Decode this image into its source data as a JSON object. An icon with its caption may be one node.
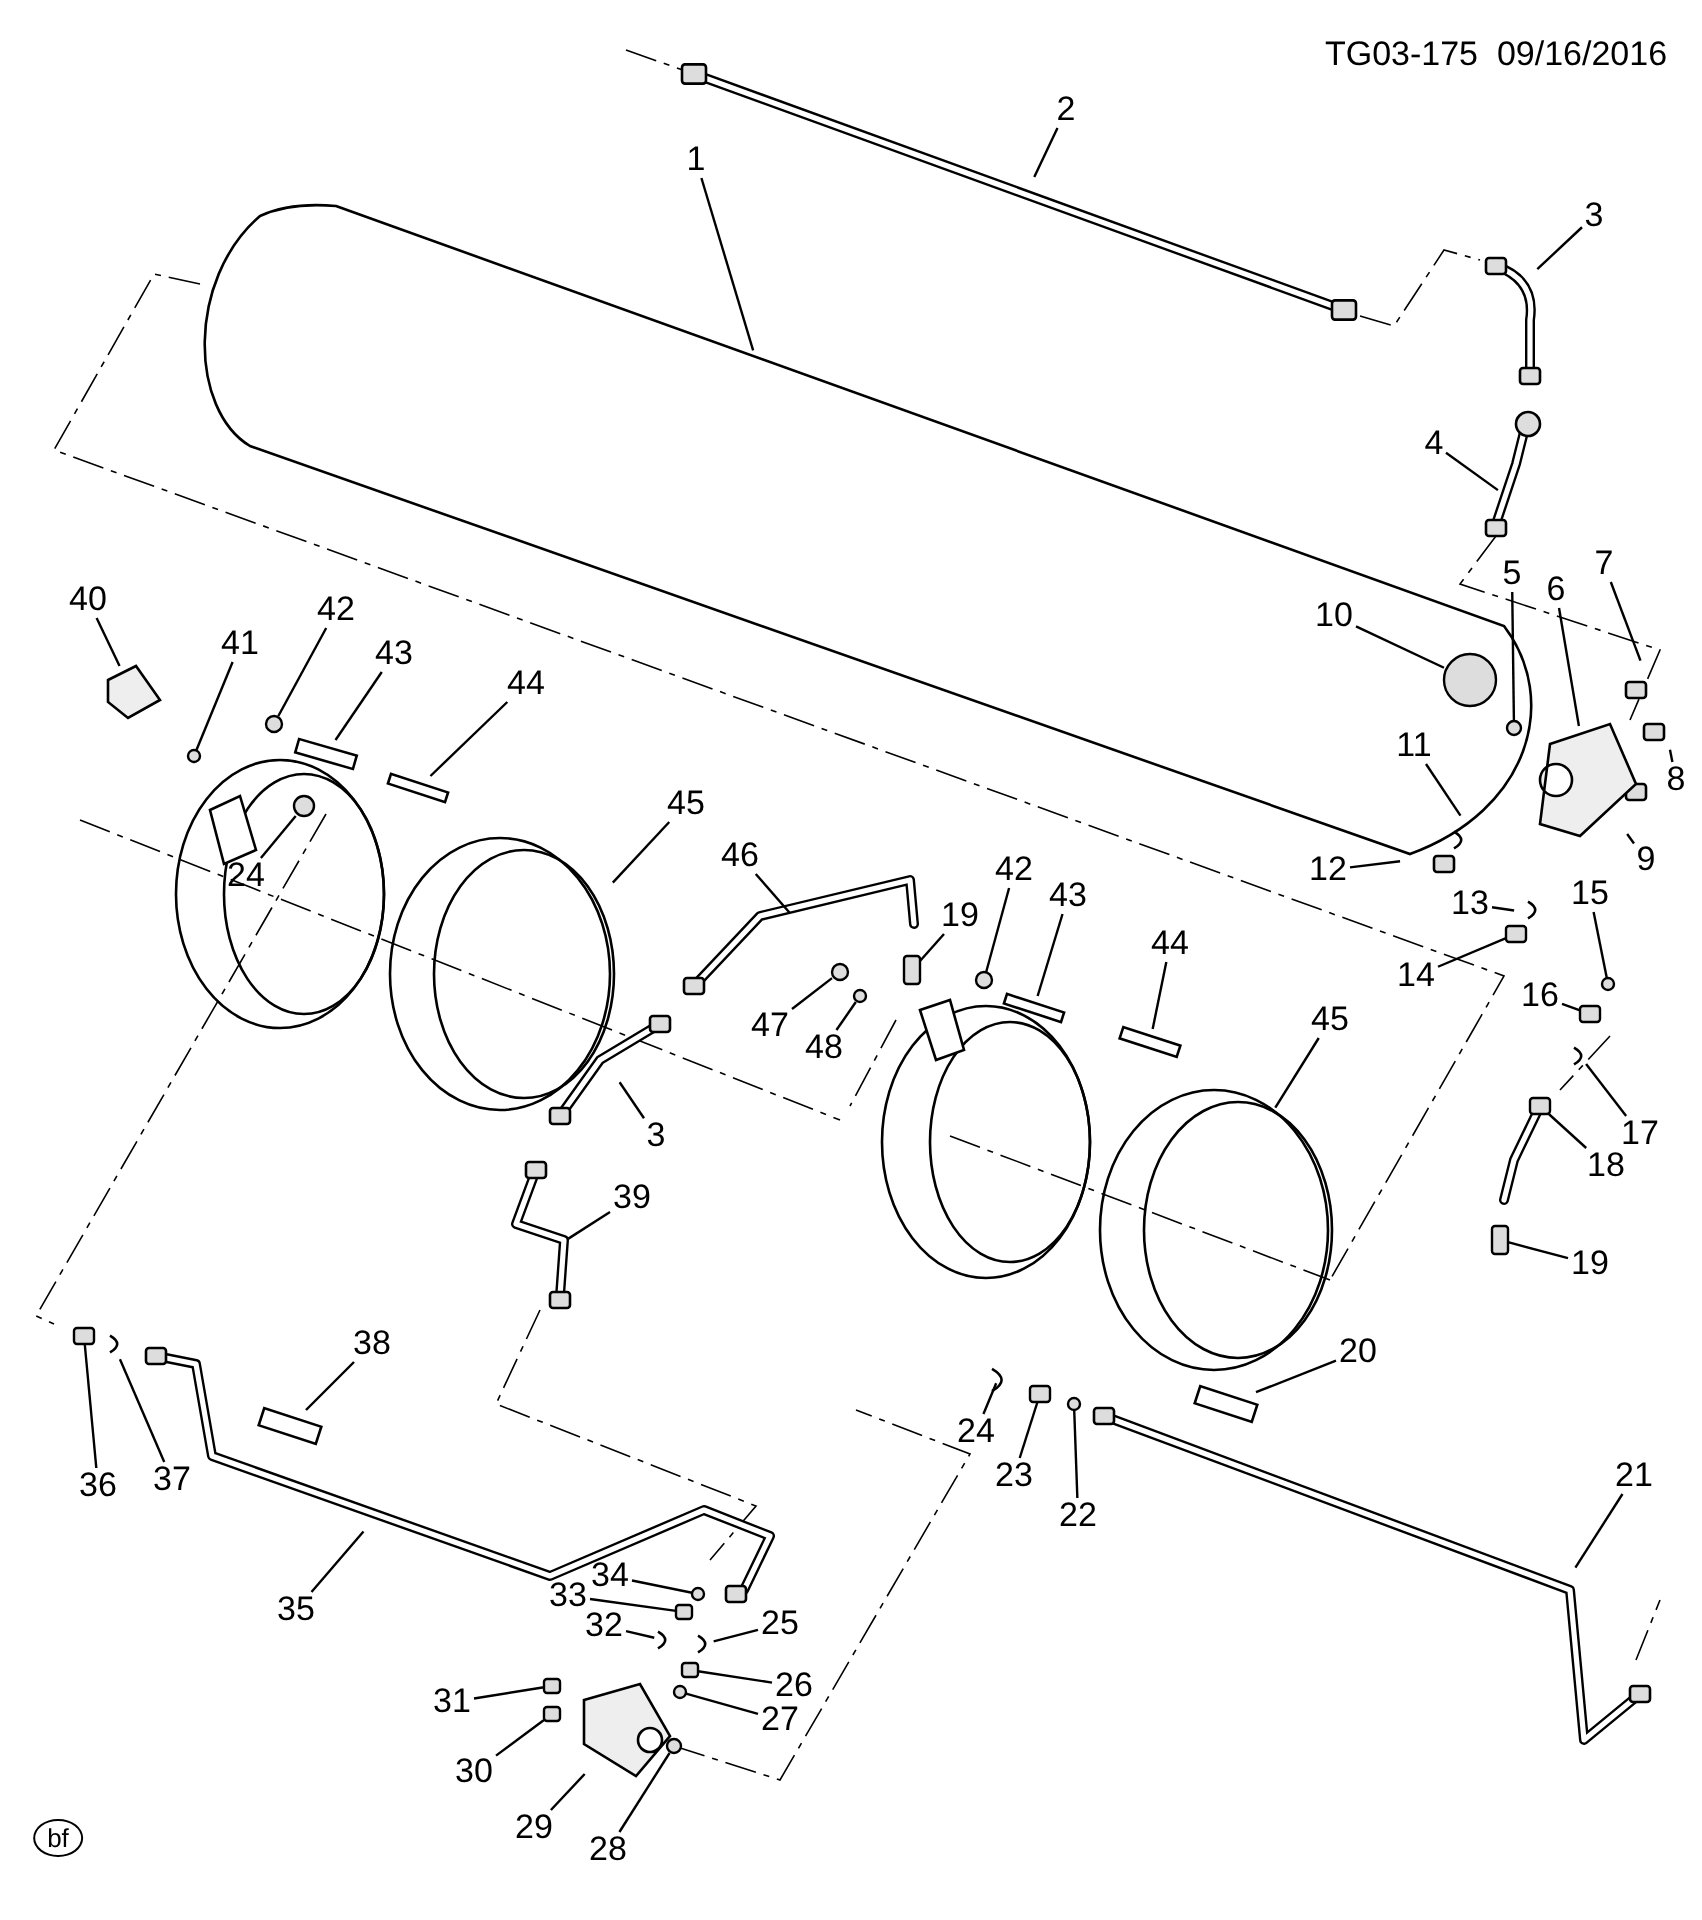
{
  "diagram": {
    "nodes": [
      {
        "text": [
          "2"
        ]
      },
      {
        "text": [
          "1"
        ]
      },
      {
        "text": [
          "3"
        ]
      },
      {
        "text": [
          "4"
        ]
      },
      {
        "text": [
          "7"
        ]
      },
      {
        "text": [
          "5"
        ]
      },
      {
        "text": [
          "6"
        ]
      },
      {
        "text": [
          "40"
        ]
      },
      {
        "text": [
          "42"
        ]
      },
      {
        "text": [
          "10"
        ]
      },
      {
        "text": [
          "41"
        ]
      },
      {
        "text": [
          "43"
        ]
      },
      {
        "text": [
          "44"
        ]
      },
      {
        "text": [
          "11"
        ]
      },
      {
        "text": [
          "8"
        ]
      },
      {
        "text": [
          "45"
        ]
      },
      {
        "text": [
          "46"
        ]
      },
      {
        "text": [
          "9"
        ]
      },
      {
        "text": [
          "42"
        ]
      },
      {
        "text": [
          "12"
        ]
      },
      {
        "text": [
          "24"
        ]
      },
      {
        "text": [
          "13"
        ]
      },
      {
        "text": [
          "15"
        ]
      },
      {
        "text": [
          "43"
        ]
      },
      {
        "text": [
          "19"
        ]
      },
      {
        "text": [
          "14"
        ]
      },
      {
        "text": [
          "44"
        ]
      },
      {
        "text": [
          "16"
        ]
      },
      {
        "text": [
          "45"
        ]
      },
      {
        "text": [
          "47"
        ]
      },
      {
        "text": [
          "48"
        ]
      },
      {
        "text": [
          "17"
        ]
      },
      {
        "text": [
          "3"
        ]
      },
      {
        "text": [
          "18"
        ]
      },
      {
        "text": [
          "39"
        ]
      },
      {
        "text": [
          "19"
        ]
      },
      {
        "text": [
          "38"
        ]
      },
      {
        "text": [
          "20"
        ]
      },
      {
        "text": [
          "24"
        ]
      },
      {
        "text": [
          "21"
        ]
      },
      {
        "text": [
          "23"
        ]
      },
      {
        "text": [
          "37"
        ]
      },
      {
        "text": [
          "36"
        ]
      },
      {
        "text": [
          "22"
        ]
      },
      {
        "text": [
          "34"
        ]
      },
      {
        "text": [
          "33"
        ]
      },
      {
        "text": [
          "35"
        ]
      },
      {
        "text": [
          "25"
        ]
      },
      {
        "text": [
          "32"
        ]
      },
      {
        "text": [
          "26"
        ]
      },
      {
        "text": [
          "31"
        ]
      },
      {
        "text": [
          "27"
        ]
      },
      {
        "text": [
          "30"
        ]
      },
      {
        "text": [
          "29"
        ]
      },
      {
        "text": [
          "28"
        ]
      },
      {
        "text": [],
        "shape": "circle"
      },
      {
        "text": [],
        "shape": "circle"
      },
      {
        "text": [],
        "shape": "circle"
      },
      {
        "text": [],
        "shape": "circle"
      },
      {
        "text": [],
        "shape": "box"
      },
      {
        "text": [],
        "shape": "box"
      },
      {
        "text": [],
        "shape": "box"
      },
      {
        "text": [],
        "shape": "circle"
      },
      {
        "text": [],
        "shape": "box"
      },
      {
        "text": [],
        "shape": "box"
      },
      {
        "text": [],
        "shape": "box"
      },
      {
        "text": [],
        "shape": "box"
      },
      {
        "text": [],
        "shape": "box"
      },
      {
        "text": [],
        "shape": "box"
      },
      {
        "text": [],
        "shape": "box"
      },
      {
        "text": [],
        "shape": "box"
      },
      {
        "text": [],
        "shape": "circle"
      },
      {
        "text": [],
        "shape": "circle"
      },
      {
        "text": [],
        "shape": "circle"
      },
      {
        "text": [],
        "shape": "circle"
      },
      {
        "text": [],
        "shape": "circle"
      },
      {
        "text": [],
        "shape": "circle"
      },
      {
        "text": [],
        "shape": "picture"
      },
      {
        "text": [],
        "shape": "bar"
      },
      {
        "text": [],
        "shape": "bar"
      },
      {
        "text": [],
        "shape": "bar"
      },
      {
        "text": [],
        "shape": "bar"
      },
      {
        "text": [],
        "shape": "bar"
      },
      {
        "text": [],
        "shape": "bar"
      },
      {
        "text": [],
        "shape": "circle"
      },
      {
        "text": [],
        "shape": "picture"
      },
      {
        "text": [],
        "shape": "picture"
      },
      {
        "text": [],
        "shape": "circle"
      }
    ],
    "edges": [
      {
        "from": 0,
        "to": null,
        "arrow": "none"
      },
      {
        "from": 1,
        "to": null,
        "arrow": "none"
      },
      {
        "from": 2,
        "to": null,
        "arrow": "none"
      },
      {
        "from": 3,
        "to": null,
        "arrow": "none"
      },
      {
        "from": 4,
        "to": null,
        "arrow": "none"
      },
      {
        "from": 5,
        "to": 87,
        "arrow": "none"
      },
      {
        "from": 6,
        "to": 86,
        "arrow": "none"
      },
      {
        "from": 7,
        "to": 77,
        "arrow": "none"
      },
      {
        "from": 8,
        "to": 55,
        "arrow": "none"
      },
      {
        "from": 9,
        "to": 84,
        "arrow": "none"
      },
      {
        "from": 10,
        "to": 56,
        "arrow": "none"
      },
      {
        "from": 11,
        "to": 78,
        "arrow": "none"
      },
      {
        "from": 12,
        "to": 79,
        "arrow": "none"
      },
      {
        "from": 13,
        "to": null,
        "arrow": "none"
      },
      {
        "from": 14,
        "to": null,
        "arrow": "none"
      },
      {
        "from": 15,
        "to": null,
        "arrow": "none"
      },
      {
        "from": 16,
        "to": null,
        "arrow": "none"
      },
      {
        "from": 17,
        "to": 86,
        "arrow": "none"
      },
      {
        "from": 18,
        "to": 57,
        "arrow": "none"
      },
      {
        "from": 19,
        "to": null,
        "arrow": "none"
      },
      {
        "from": 20,
        "to": 58,
        "arrow": "none"
      },
      {
        "from": 21,
        "to": null,
        "arrow": "none"
      },
      {
        "from": 22,
        "to": 75,
        "arrow": "none"
      },
      {
        "from": 23,
        "to": 80,
        "arrow": "none"
      },
      {
        "from": 24,
        "to": 59,
        "arrow": "none"
      },
      {
        "from": 25,
        "to": 60,
        "arrow": "none"
      },
      {
        "from": 26,
        "to": 81,
        "arrow": "none"
      },
      {
        "from": 27,
        "to": 61,
        "arrow": "none"
      },
      {
        "from": 28,
        "to": null,
        "arrow": "none"
      },
      {
        "from": 29,
        "to": 62,
        "arrow": "none"
      },
      {
        "from": 30,
        "to": 76,
        "arrow": "none"
      },
      {
        "from": 31,
        "to": null,
        "arrow": "none"
      },
      {
        "from": 32,
        "to": null,
        "arrow": "none"
      },
      {
        "from": 33,
        "to": 63,
        "arrow": "none"
      },
      {
        "from": 34,
        "to": null,
        "arrow": "none"
      },
      {
        "from": 35,
        "to": 64,
        "arrow": "none"
      },
      {
        "from": 36,
        "to": 82,
        "arrow": "none"
      },
      {
        "from": 37,
        "to": 83,
        "arrow": "none"
      },
      {
        "from": 38,
        "to": null,
        "arrow": "none"
      },
      {
        "from": 39,
        "to": null,
        "arrow": "none"
      },
      {
        "from": 40,
        "to": 65,
        "arrow": "none"
      },
      {
        "from": 41,
        "to": null,
        "arrow": "none"
      },
      {
        "from": 42,
        "to": 66,
        "arrow": "none"
      },
      {
        "from": 43,
        "to": 72,
        "arrow": "none"
      },
      {
        "from": 44,
        "to": 73,
        "arrow": "none"
      },
      {
        "from": 45,
        "to": 67,
        "arrow": "none"
      },
      {
        "from": 46,
        "to": null,
        "arrow": "none"
      },
      {
        "from": 47,
        "to": null,
        "arrow": "none"
      },
      {
        "from": 48,
        "to": null,
        "arrow": "none"
      },
      {
        "from": 49,
        "to": 68,
        "arrow": "none"
      },
      {
        "from": 50,
        "to": 69,
        "arrow": "none"
      },
      {
        "from": 51,
        "to": 74,
        "arrow": "none"
      },
      {
        "from": 52,
        "to": 70,
        "arrow": "none"
      },
      {
        "from": 53,
        "to": 85,
        "arrow": "none"
      },
      {
        "from": 54,
        "to": 71,
        "arrow": "none"
      }
    ],
    "labels": [
      "TG03-175  09/16/2016",
      "bf"
    ]
  }
}
